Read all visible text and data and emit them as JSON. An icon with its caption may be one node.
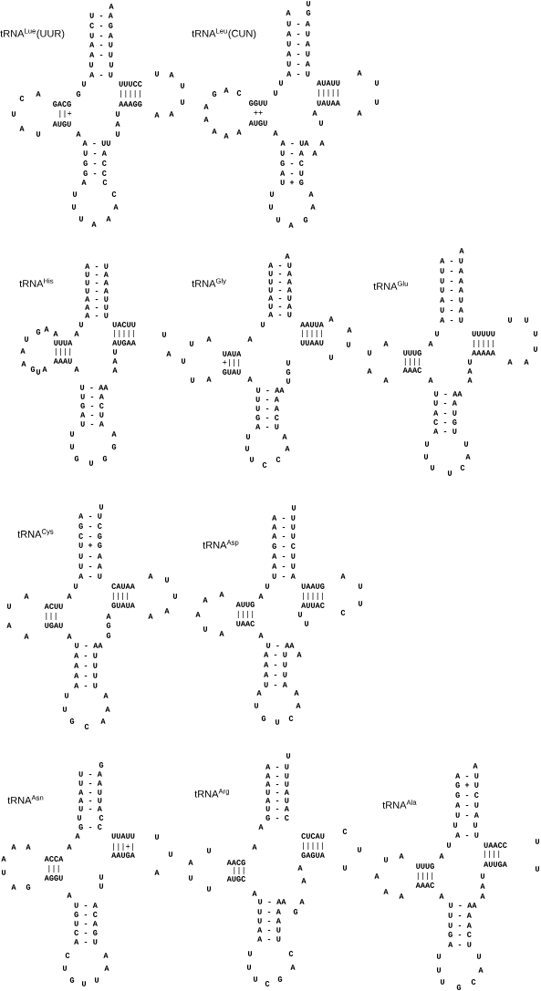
{
  "diagram": {
    "labels": [
      "tRNA$^{Lue}$(UUR)",
      "A",
      "U - A",
      "C - G",
      "U - A",
      "A - U",
      "A - U",
      "U",
      "U",
      "A - U",
      "U",
      "UUUCC",
      "|||||",
      "AAAGG",
      "U",
      "A",
      "U",
      "U",
      "A",
      "A",
      "A",
      "G",
      "C",
      "U",
      "A",
      "U",
      "GACG",
      "||+",
      "AUGU",
      "A",
      "U",
      "A",
      "U",
      "A - UU",
      "U - A",
      "G - C",
      "G - C",
      "A",
      "C",
      "U",
      "C",
      "U",
      "A",
      "U",
      "A",
      "A",
      "tRNA$^{Leu}$(CUN)",
      "U",
      "A",
      "G",
      "U - A",
      "A - U",
      "U - A",
      "A - U",
      "U - A",
      "A - U",
      "U",
      "AUAUU",
      "|||||",
      "UAUAA",
      "A",
      "U",
      "U",
      "A",
      "G",
      "A",
      "C",
      "U",
      "A",
      "A",
      "A",
      "A",
      "A",
      "GGUU",
      "++",
      "AUGU",
      "A",
      "A",
      "U",
      "A - UA",
      "A",
      "U - A",
      "A",
      "G - C",
      "A - U",
      "U + G",
      "U",
      "A",
      "U",
      "A",
      "U",
      "A",
      "G",
      "tRNA$^{His}$",
      "A - U",
      "U - A",
      "U - A",
      "U - A",
      "A - U",
      "A - U",
      "A - U",
      "U",
      "UACUU",
      "|||||",
      "AUGAA",
      "U",
      "A",
      "A",
      "A",
      "A",
      "G",
      "U",
      "A",
      "A",
      "G",
      "U",
      "A",
      "UUUA",
      "||||",
      "AAAU",
      "A",
      "U",
      "A",
      "A",
      "U - AA",
      "U - A",
      "G - C",
      "A - U",
      "U - A",
      "U",
      "A",
      "U",
      "G",
      "G",
      "U",
      "G",
      "tRNA$^{Gly}$",
      "A",
      "A - U",
      "U - A",
      "U - A",
      "U - A",
      "A - U",
      "U - A",
      "A - U",
      "U",
      "AAUUA",
      "|||||",
      "UUAAU",
      "A",
      "A",
      "U",
      "U",
      "A",
      "A",
      "U",
      "U",
      "U",
      "A",
      "UAUA",
      "+|||",
      "GUAU",
      "A",
      "U",
      "G",
      "U",
      "U - AA",
      "U - A",
      "U - A",
      "G - C",
      "A - U",
      "U",
      "A",
      "U",
      "A",
      "U",
      "C",
      "C",
      "tRNA$^{Glu}$",
      "A",
      "A - U",
      "U - A",
      "U - A",
      "U - A",
      "A - U",
      "U - A",
      "A - U",
      "U",
      "UUUUU",
      "|||||",
      "AAAAA",
      "U",
      "U",
      "U",
      "U",
      "A",
      "A",
      "A",
      "A",
      "U",
      "A",
      "A",
      "UUUG",
      "||||",
      "AAAC",
      "A",
      "U",
      "A",
      "A",
      "U - AA",
      "U - A",
      "A - U",
      "C - G",
      "A - U",
      "U",
      "U",
      "U",
      "A",
      "U",
      "U",
      "C",
      "tRNA$^{Cys}$",
      "U",
      "A - U",
      "G - C",
      "C - G",
      "U + G",
      "U - A",
      "U - A",
      "A - U",
      "U",
      "CAUAA",
      "||||",
      "GUAUA",
      "A",
      "U",
      "U",
      "A",
      "A",
      "A",
      "A",
      "U",
      "A",
      "A",
      "ACUU",
      "|||",
      "UGAU",
      "A",
      "A",
      "G",
      "G",
      "U - AA",
      "A - U",
      "A - U",
      "A - U",
      "A - U",
      "U",
      "A",
      "U",
      "A",
      "G",
      "C",
      "A",
      "tRNA$^{Asp}$",
      "U",
      "A - U",
      "A - U",
      "A - U",
      "G - C",
      "A - U",
      "A - U",
      "U - A",
      "U",
      "UAAUG",
      "|||||",
      "AUUAC",
      "A",
      "U",
      "U",
      "U",
      "C",
      "U",
      "A",
      "A",
      "A",
      "A",
      "U",
      "A",
      "AUUG",
      "||||",
      "UAAC",
      "A",
      "U - AA",
      "A - U",
      "A",
      "A - U",
      "A - U",
      "U - A",
      "A",
      "A",
      "U",
      "A",
      "G",
      "U",
      "C",
      "tRNA$^{Asn}$",
      "G",
      "U - A",
      "U - A",
      "A - U",
      "A - U",
      "U - A",
      "U",
      "C",
      "G - C",
      "A",
      "UUAUU",
      "|||+|",
      "AAUGA",
      "U",
      "U",
      "A",
      "A",
      "A",
      "A",
      "A",
      "U",
      "A",
      "G",
      "ACCA",
      "|||",
      "AGGU",
      "A",
      "U",
      "U",
      "U - A",
      "G - C",
      "U - A",
      "C - G",
      "A - U",
      "C",
      "A",
      "U",
      "A",
      "G",
      "U",
      "U",
      "tRNA$^{Arg}$",
      "U",
      "A - U",
      "A - U",
      "A - U",
      "U - A",
      "A - U",
      "U - A",
      "G - C",
      "A",
      "CUCAU",
      "|||||",
      "GAGUA",
      "C",
      "U",
      "U",
      "U",
      "A",
      "A",
      "U",
      "U",
      "AACG",
      "|||",
      "AUGC",
      "A",
      "A",
      "A",
      "U - AA",
      "A",
      "U - A",
      "G",
      "U - A",
      "A - U",
      "A - U",
      "U",
      "C",
      "U",
      "A",
      "U",
      "C",
      "G",
      "tRNA$^{Ala}$",
      "A",
      "A - U",
      "G + U",
      "G - C",
      "A - U",
      "U - A",
      "U",
      "U",
      "A - U",
      "U",
      "UAACC",
      "||||",
      "AUUGA",
      "U",
      "U",
      "A",
      "A",
      "U",
      "A",
      "A",
      "A",
      "UUUG",
      "||||",
      "AAAC",
      "A",
      "U",
      "A",
      "A",
      "U - AA",
      "U - A",
      "U - A",
      "G - C",
      "A - U",
      "U",
      "U",
      "U",
      "A",
      "U",
      "G",
      "C"
    ]
  }
}
